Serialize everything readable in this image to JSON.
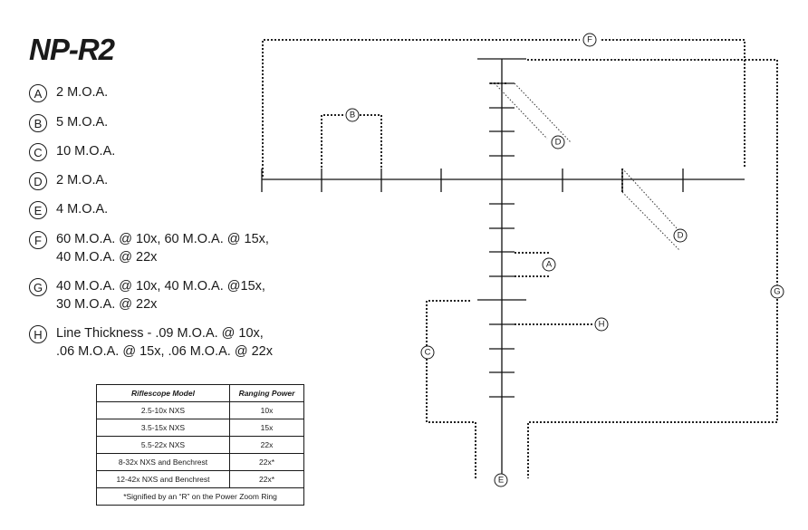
{
  "title": "NP-R2",
  "legend": [
    {
      "letter": "A",
      "lines": [
        "2 M.O.A."
      ]
    },
    {
      "letter": "B",
      "lines": [
        "5 M.O.A."
      ]
    },
    {
      "letter": "C",
      "lines": [
        "10 M.O.A."
      ]
    },
    {
      "letter": "D",
      "lines": [
        "2 M.O.A."
      ]
    },
    {
      "letter": "E",
      "lines": [
        "4 M.O.A."
      ]
    },
    {
      "letter": "F",
      "lines": [
        "60 M.O.A. @ 10x, 60 M.O.A. @ 15x,",
        "40 M.O.A. @ 22x"
      ]
    },
    {
      "letter": "G",
      "lines": [
        "40 M.O.A. @ 10x, 40 M.O.A. @15x,",
        "30 M.O.A. @ 22x"
      ]
    },
    {
      "letter": "H",
      "lines": [
        "Line Thickness - .09 M.O.A. @ 10x,",
        ".06 M.O.A. @ 15x, .06 M.O.A. @ 22x"
      ]
    }
  ],
  "table": {
    "headers": [
      "Riflescope Model",
      "Ranging Power"
    ],
    "rows": [
      [
        "2.5-10x NXS",
        "10x"
      ],
      [
        "3.5-15x NXS",
        "15x"
      ],
      [
        "5.5-22x NXS",
        "22x"
      ],
      [
        "8-32x NXS and Benchrest",
        "22x*"
      ],
      [
        "12-42x NXS and Benchrest",
        "22x*"
      ]
    ],
    "footnote": "*Signified by an “R” on the Power Zoom Ring"
  },
  "diagram_labels": {
    "A": "A",
    "B": "B",
    "C": "C",
    "D1": "D",
    "D2": "D",
    "E": "E",
    "F": "F",
    "G": "G",
    "H": "H"
  }
}
